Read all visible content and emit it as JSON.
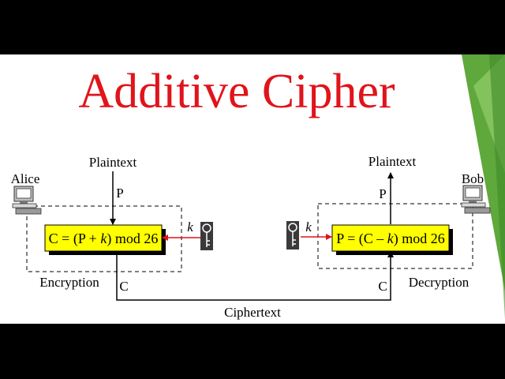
{
  "title": "Additive Cipher",
  "diagram": {
    "sender": "Alice",
    "receiver": "Bob",
    "plaintext_left": "Plaintext",
    "plaintext_right": "Plaintext",
    "p_left": "P",
    "p_right": "P",
    "c_left": "C",
    "c_right": "C",
    "key_left": "k",
    "key_right": "k",
    "encryption": "Encryption",
    "decryption": "Decryption",
    "ciphertext": "Ciphertext",
    "encrypt_formula": {
      "pre": "C = (P + ",
      "k": "k",
      "post": ") mod 26"
    },
    "decrypt_formula": {
      "pre": "P = (C – ",
      "k": "k",
      "post": ") mod 26"
    }
  },
  "colors": {
    "title": "#e0141b",
    "box_fill": "#ffff00",
    "key_arrow": "#e0141b",
    "accent_green": "#5fa83b"
  },
  "icons": [
    "computer-icon",
    "key-icon"
  ]
}
